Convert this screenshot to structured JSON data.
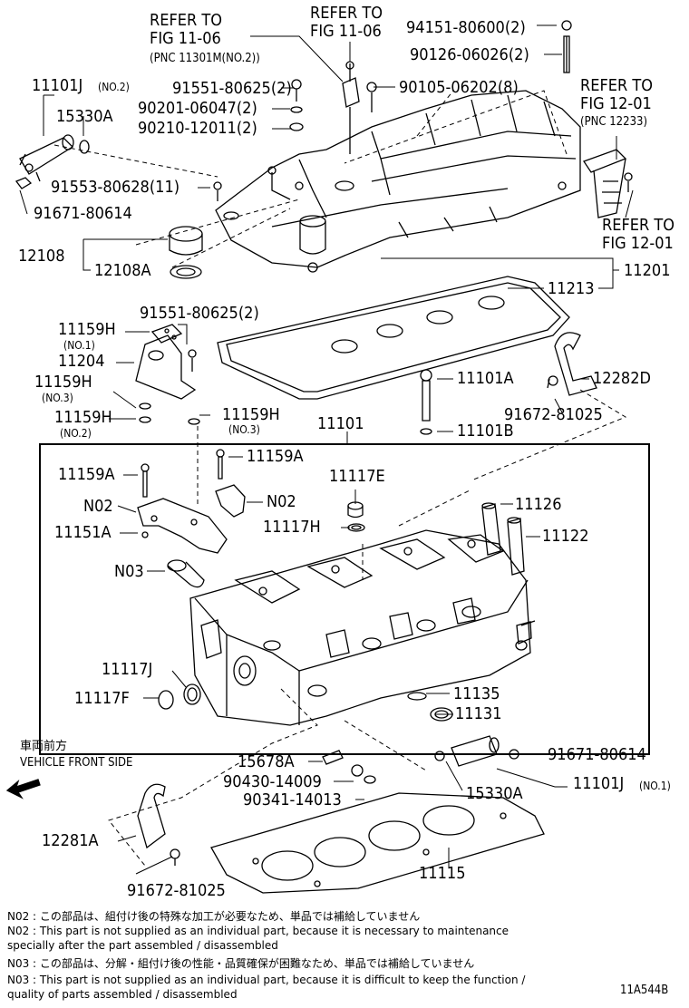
{
  "refs": {
    "fig1106_a": [
      "REFER TO",
      "FIG 11-06",
      "(PNC 11301M(NO.2))"
    ],
    "fig1106_b": [
      "REFER TO",
      "FIG 11-06"
    ],
    "fig1201_a": [
      "REFER TO",
      "FIG 12-01",
      "(PNC 12233)"
    ],
    "fig1201_b": [
      "REFER TO",
      "FIG 12-01"
    ]
  },
  "parts": {
    "p94151": "94151-80600(2)",
    "p90126": "90126-06026(2)",
    "p90105": "90105-06202(8)",
    "p11101J_top": "11101J",
    "p11101J_top_sub": "(NO.2)",
    "p91551a": "91551-80625(2)",
    "p90201": "90201-06047(2)",
    "p90210": "90210-12011(2)",
    "p15330A_top": "15330A",
    "p91553": "91553-80628(11)",
    "p91671_top": "91671-80614",
    "p12108": "12108",
    "p12108A": "12108A",
    "p11201": "11201",
    "p11213": "11213",
    "p91551b": "91551-80625(2)",
    "p11159H_1": "11159H",
    "p11159H_1_sub": "(NO.1)",
    "p11204": "11204",
    "p11159H_3": "11159H",
    "p11159H_3_sub": "(NO.3)",
    "p11159H_2": "11159H",
    "p11159H_2_sub": "(NO.2)",
    "p11159H_3b": "11159H",
    "p11159H_3b_sub": "(NO.3)",
    "p11101A": "11101A",
    "p12282D": "12282D",
    "p91672_top": "91672-81025",
    "p11101B": "11101B",
    "p11101": "11101",
    "p11159A_left": "11159A",
    "p11159A_mid": "11159A",
    "p11117E": "11117E",
    "pN02_left": "N02",
    "pN02_right": "N02",
    "p11117H": "11117H",
    "p11126": "11126",
    "p11151A": "11151A",
    "p11122": "11122",
    "pN03": "N03",
    "p11117J": "11117J",
    "p11117F": "11117F",
    "p11135": "11135",
    "p11131": "11131",
    "p15678A": "15678A",
    "p90430": "90430-14009",
    "p90341": "90341-14013",
    "p91671_bot": "91671-80614",
    "p15330A_bot": "15330A",
    "p11101J_bot": "11101J",
    "p11101J_bot_sub": "(NO.1)",
    "p12281A": "12281A",
    "p91672_bot": "91672-81025",
    "p11115": "11115"
  },
  "vehicle_front": {
    "jp": "車両前方",
    "en": "VEHICLE FRONT SIDE"
  },
  "notes": [
    "N02 : この部品は、組付け後の特殊な加工が必要なため、単品では補給していません",
    "N02 : This part is not supplied as an individual part, because it is necessary to maintenance",
    "        specially after the part assembled / disassembled",
    "N03 : この部品は、分解・組付け後の性能・品質確保が困難なため、単品では補給していません",
    "N03 : This part is not supplied as an individual part, because it is difficult to keep the function /",
    "        quality of parts  assembled / disassembled"
  ],
  "figure_id": "11A544B"
}
